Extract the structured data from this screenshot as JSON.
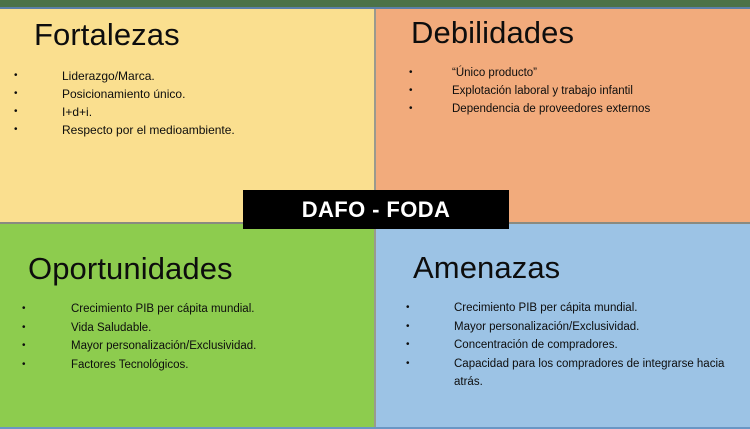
{
  "diagram": {
    "center_label": "DAFO - FODA",
    "colors": {
      "frame_top": "#4b7248",
      "frame_top_line": "#5a7fa8",
      "frame_bottom_line": "#6a96c4",
      "divider": "#9a9a8e",
      "strengths_bg": "#fadf8f",
      "weaknesses_bg": "#f2ab7c",
      "opportunities_bg": "#8dcc4e",
      "threats_bg": "#9cc3e5",
      "center_label_bg": "#000000",
      "center_label_text": "#ffffff",
      "body_text": "#0d0d0d"
    },
    "bullet_glyph": "•",
    "quadrants": {
      "strengths": {
        "title": "Fortalezas",
        "items": [
          "Liderazgo/Marca.",
          "Posicionamiento único.",
          "I+d+i.",
          "Respecto por el medioambiente."
        ]
      },
      "weaknesses": {
        "title": "Debilidades",
        "items": [
          "“Único producto”",
          "Explotación laboral y trabajo infantil",
          "Dependencia de proveedores externos"
        ]
      },
      "opportunities": {
        "title": "Oportunidades",
        "items": [
          "Crecimiento PIB per cápita mundial.",
          "Vida Saludable.",
          "Mayor personalización/Exclusividad.",
          "Factores Tecnológicos."
        ]
      },
      "threats": {
        "title": "Amenazas",
        "items": [
          "Crecimiento PIB per cápita mundial.",
          "Mayor personalización/Exclusividad.",
          "Concentración de compradores.",
          "Capacidad para los compradores de integrarse hacia atrás."
        ]
      }
    }
  }
}
